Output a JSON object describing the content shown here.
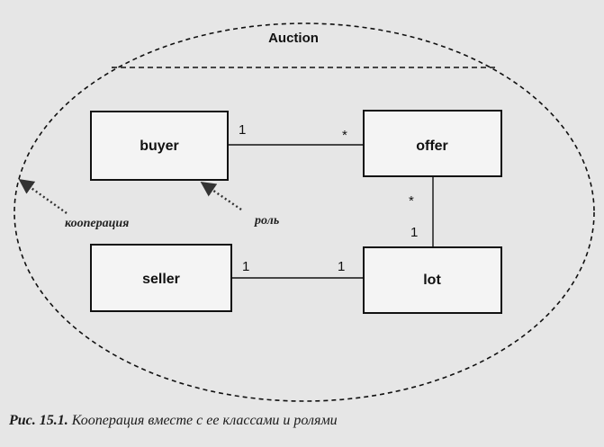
{
  "collaboration": {
    "name": "Auction"
  },
  "classes": {
    "buyer": "buyer",
    "offer": "offer",
    "seller": "seller",
    "lot": "lot"
  },
  "associations": {
    "buyer_offer": {
      "near_buyer": "1",
      "near_offer": "*"
    },
    "offer_lot": {
      "near_offer": "*",
      "near_lot": "1"
    },
    "seller_lot": {
      "near_seller": "1",
      "near_lot": "1"
    }
  },
  "annotations": {
    "collaboration_note": "кооперация",
    "role_note": "роль"
  },
  "caption": {
    "figure_label": "Рис. 15.1.",
    "text": "Кооперация вместе с ее классами и ролями"
  }
}
